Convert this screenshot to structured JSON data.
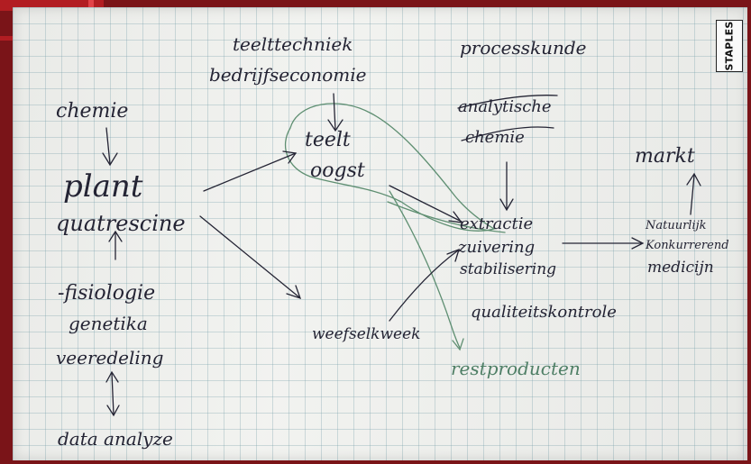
{
  "label": {
    "brand": "STAPLES"
  },
  "notes": {
    "teelttechniek": "teelttechniek",
    "bedrijfseconomie": "bedrijfseconomie",
    "processkunde": "processkunde",
    "scribble_1": "analytische",
    "scribble_2": "chemie",
    "chemie": "chemie",
    "teelt": "teelt",
    "oogst": "oogst",
    "markt": "markt",
    "plant": "plant",
    "quatrescine": "quatrescine",
    "extractie": "extractie",
    "zuivering": "zuivering",
    "stabilisering": "stabilisering",
    "natuurlijk": "Natuurlijk",
    "konkurrerend": "Konkurrerend",
    "medicijn": "medicijn",
    "fysiologie": "-fisiologie",
    "genetika": "genetika",
    "veredeling": "veeredeling",
    "qualiteitskontrole": "qualiteitskontrole",
    "weefselkweek": "weefselkweek",
    "restproducten": "restproducten",
    "data_analyze": "data analyze"
  },
  "colors": {
    "frame": "#7a1418",
    "accent": "#b21d22",
    "paper": "#f1f2ef",
    "grid": "#9fbcc2",
    "ink": "#242434",
    "green_ink": "#5f8f72"
  }
}
